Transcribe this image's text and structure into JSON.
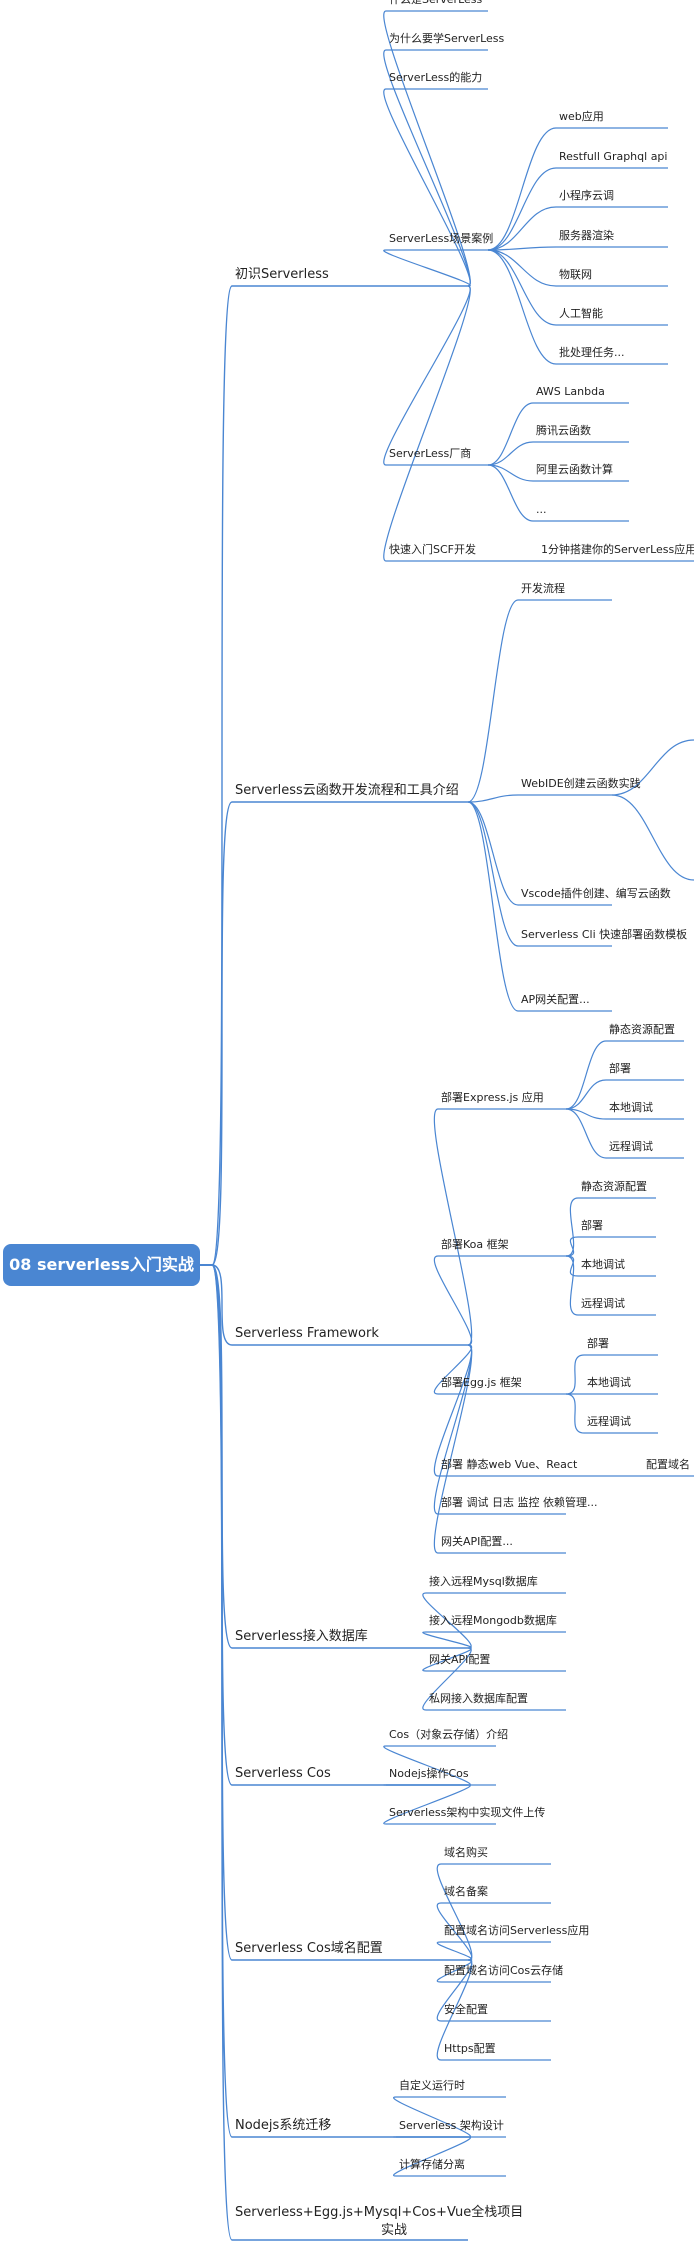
{
  "mindmap": {
    "root": "08 serverless入门实战",
    "sections": [
      {
        "label": "初识Serverless",
        "children": [
          {
            "label": "什么是ServerLess"
          },
          {
            "label": "为什么要学ServerLess"
          },
          {
            "label": "ServerLess的能力"
          },
          {
            "label": "ServerLess场景案例",
            "children": [
              {
                "label": "web应用"
              },
              {
                "label": "Restfull Graphql api"
              },
              {
                "label": "小程序云调"
              },
              {
                "label": "服务器渲染"
              },
              {
                "label": "物联网"
              },
              {
                "label": "人工智能"
              },
              {
                "label": "批处理任务..."
              }
            ]
          },
          {
            "label": "ServerLess厂商",
            "children": [
              {
                "label": "AWS Lanbda"
              },
              {
                "label": "腾讯云函数"
              },
              {
                "label": "阿里云函数计算"
              },
              {
                "label": "..."
              }
            ]
          },
          {
            "label": "快速入门SCF开发",
            "children": [
              {
                "label": "1分钟搭建你的ServerLess应用"
              }
            ]
          }
        ]
      },
      {
        "label": "Serverless云函数开发流程和工具介绍",
        "children": [
          {
            "label": "开发流程"
          },
          {
            "label": "WebIDE创建云函数实践"
          },
          {
            "label": "Vscode插件创建、编写云函数"
          },
          {
            "label": "Serverless Cli 快速部署函数模板"
          },
          {
            "label": "AP网关配置..."
          }
        ]
      },
      {
        "label": "Serverless Framework",
        "children": [
          {
            "label": "部署Express.js 应用",
            "children": [
              {
                "label": "静态资源配置"
              },
              {
                "label": "部署"
              },
              {
                "label": "本地调试"
              },
              {
                "label": "远程调试"
              }
            ]
          },
          {
            "label": "部署Koa 框架",
            "children": [
              {
                "label": "静态资源配置"
              },
              {
                "label": "部署"
              },
              {
                "label": "本地调试"
              },
              {
                "label": "远程调试"
              }
            ]
          },
          {
            "label": "部署Egg.js 框架",
            "children": [
              {
                "label": "部署"
              },
              {
                "label": "本地调试"
              },
              {
                "label": "远程调试"
              }
            ]
          },
          {
            "label": "部署 静态web Vue、React",
            "children": [
              {
                "label": "配置域名"
              }
            ]
          },
          {
            "label": "部署 调试 日志 监控 依赖管理..."
          },
          {
            "label": "网关API配置..."
          }
        ]
      },
      {
        "label": "Serverless接入数据库",
        "children": [
          {
            "label": "接入远程Mysql数据库"
          },
          {
            "label": "接入远程Mongodb数据库"
          },
          {
            "label": "网关API配置"
          },
          {
            "label": "私网接入数据库配置"
          }
        ]
      },
      {
        "label": "Serverless Cos",
        "children": [
          {
            "label": "Cos（对象云存储）介绍"
          },
          {
            "label": "Nodejs操作Cos"
          },
          {
            "label": "Serverless架构中实现文件上传"
          }
        ]
      },
      {
        "label": "Serverless Cos域名配置",
        "children": [
          {
            "label": "域名购买"
          },
          {
            "label": "域名备案"
          },
          {
            "label": "配置域名访问Serverless应用"
          },
          {
            "label": "配置域名访问Cos云存储"
          },
          {
            "label": "安全配置"
          },
          {
            "label": "Https配置"
          }
        ]
      },
      {
        "label": "Nodejs系统迁移",
        "children": [
          {
            "label": "自定义运行时"
          },
          {
            "label": "Serverless 架构设计"
          },
          {
            "label": "计算存储分离"
          }
        ]
      },
      {
        "label": "Serverless+Egg.js+Mysql+Cos+Vue全栈项目实战",
        "lines": [
          "Serverless+Egg.js+Mysql+Cos+Vue全栈项目",
          "实战"
        ]
      }
    ]
  },
  "colors": {
    "line": "#4a86d2",
    "root_bg": "#4a86d2",
    "root_text": "#ffffff",
    "text": "#222222"
  }
}
